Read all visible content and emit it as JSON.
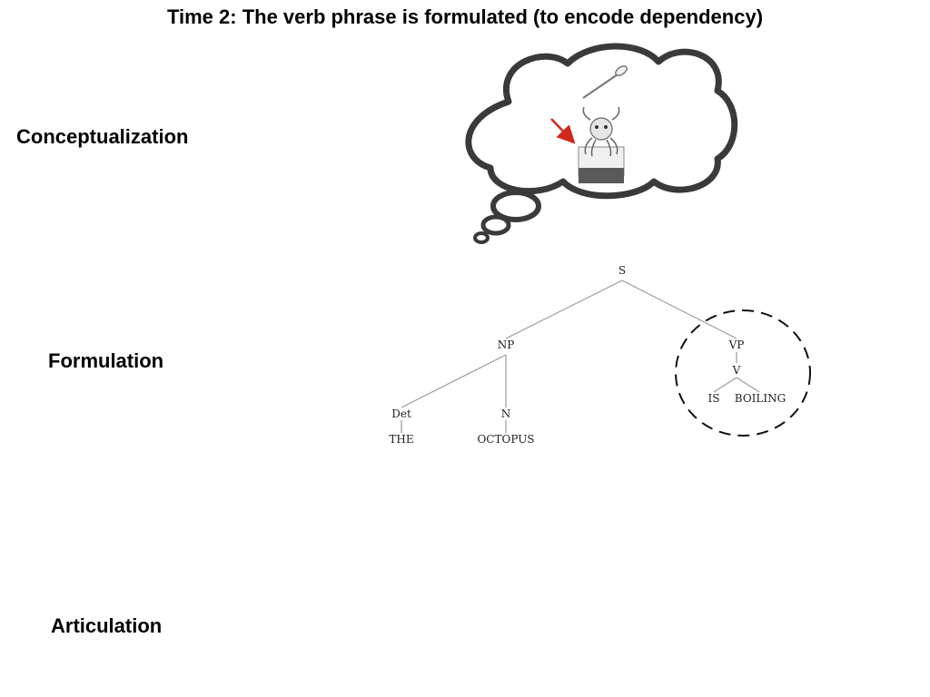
{
  "title": "Time 2: The verb phrase is formulated (to encode dependency)",
  "stages": {
    "conceptualization": "Conceptualization",
    "formulation": "Formulation",
    "articulation": "Articulation"
  },
  "thought_bubble": {
    "objects": [
      "spoon-icon",
      "octopus-in-pot-icon"
    ],
    "arrow_color": "#d0271d"
  },
  "tree": {
    "root": "S",
    "np": "NP",
    "vp": "VP",
    "det": "Det",
    "n": "N",
    "v": "V",
    "det_word": "THE",
    "n_word": "OCTOPUS",
    "v_word1": "IS",
    "v_word2": "BOILING"
  },
  "highlight": {
    "style": "dashed-circle",
    "target": "VP"
  }
}
